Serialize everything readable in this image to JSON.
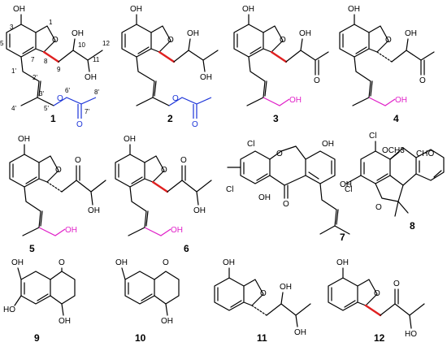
{
  "compounds": [
    {
      "number": "1",
      "labels": {
        "oh_top": "OH",
        "oh_a": "OH",
        "oh_b": "OH",
        "o_ring": "O",
        "o_ester": "O",
        "o_carbonyl": "O"
      },
      "locants": [
        "3",
        "1",
        "5",
        "7",
        "8",
        "9",
        "10",
        "11",
        "12",
        "1'",
        "2'",
        "3'",
        "4'",
        "5'",
        "6'",
        "7'",
        "8'"
      ]
    },
    {
      "number": "2",
      "labels": {
        "oh_top": "OH",
        "oh_a": "OH",
        "oh_b": "OH",
        "o_ring": "O",
        "o_ester": "O",
        "o_carbonyl": "O"
      }
    },
    {
      "number": "3",
      "labels": {
        "oh_top": "OH",
        "oh_side": "OH",
        "o_ring": "O",
        "o_keto": "O",
        "oh_end": "OH"
      }
    },
    {
      "number": "4",
      "labels": {
        "oh_top": "OH",
        "oh_side": "OH",
        "o_ring": "O",
        "o_keto": "O",
        "oh_end": "OH"
      }
    },
    {
      "number": "5",
      "labels": {
        "oh_top": "OH",
        "o_ring": "O",
        "o_keto": "O",
        "oh_side": "OH",
        "oh_end": "OH"
      }
    },
    {
      "number": "6",
      "labels": {
        "oh_top": "OH",
        "o_ring": "O",
        "o_keto": "O",
        "oh_side": "OH",
        "oh_end": "OH"
      }
    },
    {
      "number": "7",
      "labels": {
        "o_ring": "O",
        "oh_a": "OH",
        "cl_a": "Cl",
        "cl_b": "Cl",
        "oh_b": "OH",
        "oh_c": "OH",
        "o_keto": "O"
      }
    },
    {
      "number": "8",
      "labels": {
        "cl_a": "Cl",
        "och3": "OCH3",
        "cho": "CHO",
        "cl_b": "Cl",
        "o_ring": "O"
      }
    },
    {
      "number": "9",
      "labels": {
        "oh_a": "OH",
        "o_keto": "O",
        "oh_b": "HO",
        "oh_c": "OH"
      }
    },
    {
      "number": "10",
      "labels": {
        "oh_a": "OH",
        "o_keto": "O",
        "oh_c": "OH"
      }
    },
    {
      "number": "11",
      "labels": {
        "oh_top": "OH",
        "o_ring": "O",
        "oh_a": "OH",
        "oh_b": "OH"
      }
    },
    {
      "number": "12",
      "labels": {
        "oh_top": "OH",
        "o_ring": "O",
        "o_keto": "O",
        "oh_side": "HO"
      }
    }
  ]
}
